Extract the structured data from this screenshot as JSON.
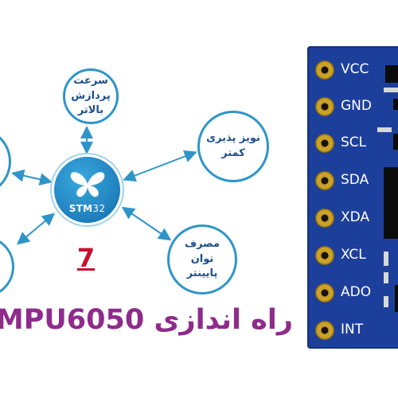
{
  "hub": {
    "brand": "STM",
    "model": "32",
    "icon": "butterfly-icon"
  },
  "bubbles": {
    "speed": "سرعت\nپردازش\nبالاتر",
    "noise": "نویز پذیری\nکمتر",
    "power": "مصرف\nتوان\nپایینتر"
  },
  "episode_number": "7",
  "title": "راه اندازی MPU6050",
  "module": {
    "pins": [
      "VCC",
      "GND",
      "SCL",
      "SDA",
      "XDA",
      "XCL",
      "ADO",
      "INT"
    ]
  },
  "colors": {
    "bubble_border": "#2f95c8",
    "bubble_text": "#1a4f8c",
    "hub_fill": "#1e7fbd",
    "episode_red": "#c8102e",
    "title_purple": "#8e2b8c",
    "board_blue": "#1d3f9c",
    "pin_gold": "#c9a227"
  }
}
